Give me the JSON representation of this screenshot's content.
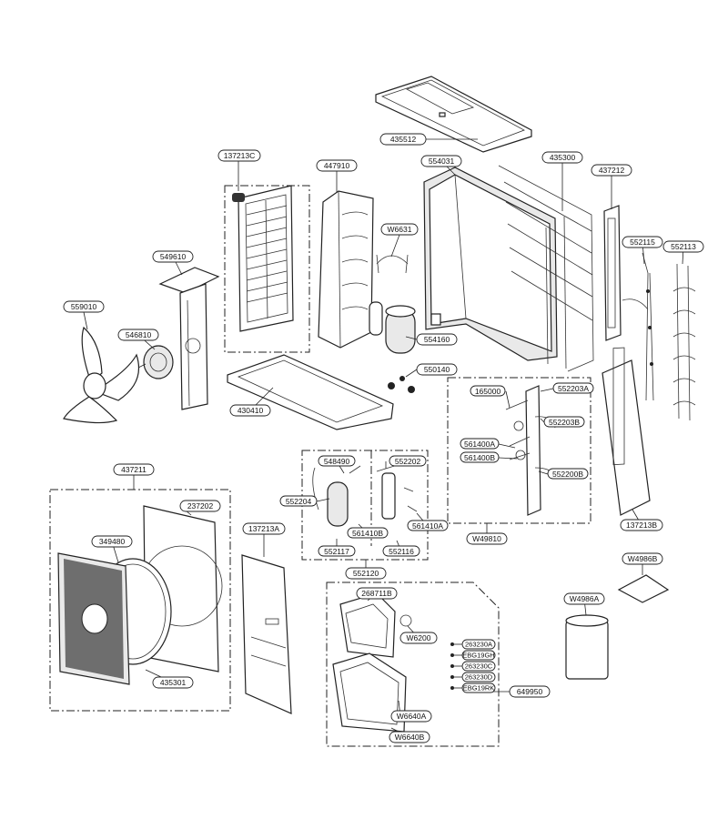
{
  "diagram": {
    "parts": [
      {
        "id": "p-435512",
        "label": "435512"
      },
      {
        "id": "p-137213c",
        "label": "137213C"
      },
      {
        "id": "p-447910",
        "label": "447910"
      },
      {
        "id": "p-554031",
        "label": "554031"
      },
      {
        "id": "p-435300",
        "label": "435300"
      },
      {
        "id": "p-437212",
        "label": "437212"
      },
      {
        "id": "p-w6631",
        "label": "W6631"
      },
      {
        "id": "p-552115",
        "label": "552115"
      },
      {
        "id": "p-552113",
        "label": "552113"
      },
      {
        "id": "p-549610",
        "label": "549610"
      },
      {
        "id": "p-559010",
        "label": "559010"
      },
      {
        "id": "p-546810",
        "label": "546810"
      },
      {
        "id": "p-554160",
        "label": "554160"
      },
      {
        "id": "p-550140",
        "label": "550140"
      },
      {
        "id": "p-430410",
        "label": "430410"
      },
      {
        "id": "p-165000",
        "label": "165000"
      },
      {
        "id": "p-552203a",
        "label": "552203A"
      },
      {
        "id": "p-552203b",
        "label": "552203B"
      },
      {
        "id": "p-561400a",
        "label": "561400A"
      },
      {
        "id": "p-561400b",
        "label": "561400B"
      },
      {
        "id": "p-552200b",
        "label": "552200B"
      },
      {
        "id": "p-w49810",
        "label": "W49810"
      },
      {
        "id": "p-137213b",
        "label": "137213B"
      },
      {
        "id": "p-437211",
        "label": "437211"
      },
      {
        "id": "p-237202",
        "label": "237202"
      },
      {
        "id": "p-349480",
        "label": "349480"
      },
      {
        "id": "p-435301",
        "label": "435301"
      },
      {
        "id": "p-137213a",
        "label": "137213A"
      },
      {
        "id": "p-548490",
        "label": "548490"
      },
      {
        "id": "p-552202",
        "label": "552202"
      },
      {
        "id": "p-552204",
        "label": "552204"
      },
      {
        "id": "p-561410b",
        "label": "561410B"
      },
      {
        "id": "p-561410a",
        "label": "561410A"
      },
      {
        "id": "p-552117",
        "label": "552117"
      },
      {
        "id": "p-552116",
        "label": "552116"
      },
      {
        "id": "p-552120",
        "label": "552120"
      },
      {
        "id": "p-w4986b",
        "label": "W4986B"
      },
      {
        "id": "p-w4986a",
        "label": "W4986A"
      },
      {
        "id": "p-268711b",
        "label": "268711B"
      },
      {
        "id": "p-w6200",
        "label": "W6200"
      },
      {
        "id": "p-263230a",
        "label": "263230A"
      },
      {
        "id": "p-ebg19gh",
        "label": "EBG19GH"
      },
      {
        "id": "p-263230c",
        "label": "263230C"
      },
      {
        "id": "p-263230d",
        "label": "263230D"
      },
      {
        "id": "p-ebg19rk",
        "label": "EBG19RK"
      },
      {
        "id": "p-649950",
        "label": "649950"
      },
      {
        "id": "p-w6640a",
        "label": "W6640A"
      },
      {
        "id": "p-w6640b",
        "label": "W6640B"
      }
    ]
  }
}
